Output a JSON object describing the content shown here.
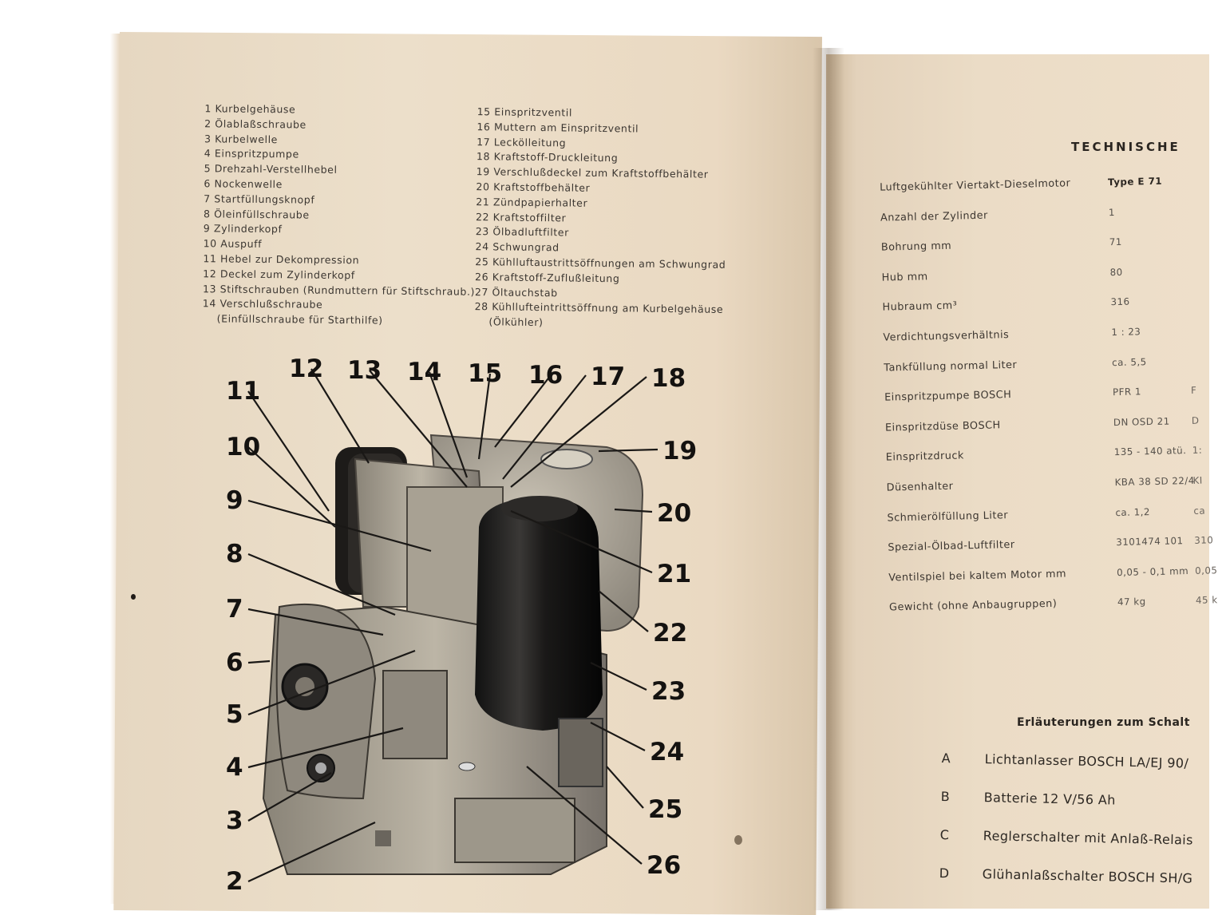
{
  "left_legend": [
    "1 Kurbelgehäuse",
    "2 Ölablaßschraube",
    "3 Kurbelwelle",
    "4 Einspritzpumpe",
    "5 Drehzahl-Verstellhebel",
    "6 Nockenwelle",
    "7 Startfüllungsknopf",
    "8 Öleinfüllschraube",
    "9 Zylinderkopf",
    "10 Auspuff",
    "11 Hebel zur Dekompression",
    "12 Deckel zum Zylinderkopf",
    "13 Stiftschrauben (Rundmuttern für Stiftschraub.)",
    "14 Verschlußschraube",
    "(Einfüllschraube für Starthilfe)"
  ],
  "right_legend": [
    "15 Einspritzventil",
    "16 Muttern am Einspritzventil",
    "17 Leckölleitung",
    "18 Kraftstoff-Druckleitung",
    "19 Verschlußdeckel zum Kraftstoffbehälter",
    "20 Kraftstoffbehälter",
    "21 Zündpapierhalter",
    "22 Kraftstoffilter",
    "23 Ölbadluftfilter",
    "24 Schwungrad",
    "25 Kühlluftaustrittsöffnungen am Schwungrad",
    "26 Kraftstoff-Zuflußleitung",
    "27 Öltauchstab",
    "28 Kühllufteintrittsöffnung am Kurbelgehäuse",
    "(Ölkühler)"
  ],
  "callouts": [
    "11",
    "12",
    "13",
    "14",
    "15",
    "16",
    "17",
    "18",
    "19",
    "10",
    "9",
    "20",
    "8",
    "21",
    "7",
    "22",
    "6",
    "23",
    "5",
    "24",
    "4",
    "25",
    "3",
    "26",
    "2"
  ],
  "tech_title": "TECHNISCHE",
  "spec_rows": [
    {
      "label": "Luftgekühlter Viertakt-Dieselmotor",
      "v1": "Type E 71",
      "v2": ""
    },
    {
      "label": "Anzahl der Zylinder",
      "v1": "1",
      "v2": ""
    },
    {
      "label": "Bohrung mm",
      "v1": "71",
      "v2": ""
    },
    {
      "label": "Hub mm",
      "v1": "80",
      "v2": ""
    },
    {
      "label": "Hubraum cm³",
      "v1": "316",
      "v2": ""
    },
    {
      "label": "Verdichtungsverhältnis",
      "v1": "1 : 23",
      "v2": ""
    },
    {
      "label": "Tankfüllung normal Liter",
      "v1": "ca. 5,5",
      "v2": ""
    },
    {
      "label": "Einspritzpumpe BOSCH",
      "v1": "PFR 1",
      "v2": "F"
    },
    {
      "label": "Einspritzdüse BOSCH",
      "v1": "DN OSD 21",
      "v2": "D"
    },
    {
      "label": "Einspritzdruck",
      "v1": "135 - 140 atü.",
      "v2": "1:"
    },
    {
      "label": "Düsenhalter",
      "v1": "KBA 38 SD 22/4",
      "v2": "KI"
    },
    {
      "label": "Schmierölfüllung Liter",
      "v1": "ca. 1,2",
      "v2": "ca"
    },
    {
      "label": "Spezial-Ölbad-Luftfilter",
      "v1": "3101474 101",
      "v2": "310"
    },
    {
      "label": "Ventilspiel bei kaltem Motor mm",
      "v1": "0,05 - 0,1 mm",
      "v2": "0,05"
    },
    {
      "label": "Gewicht (ohne Anbaugruppen)",
      "v1": "47 kg",
      "v2": "45 k"
    }
  ],
  "erl_title": "Erläuterungen zum Schalt",
  "erl_rows": [
    {
      "letter": "A",
      "text": "Lichtanlasser BOSCH LA/EJ 90/"
    },
    {
      "letter": "B",
      "text": "Batterie 12 V/56 Ah"
    },
    {
      "letter": "C",
      "text": "Reglerschalter mit Anlaß-Relais"
    },
    {
      "letter": "D",
      "text": "Glühanlaßschalter BOSCH SH/G"
    }
  ]
}
